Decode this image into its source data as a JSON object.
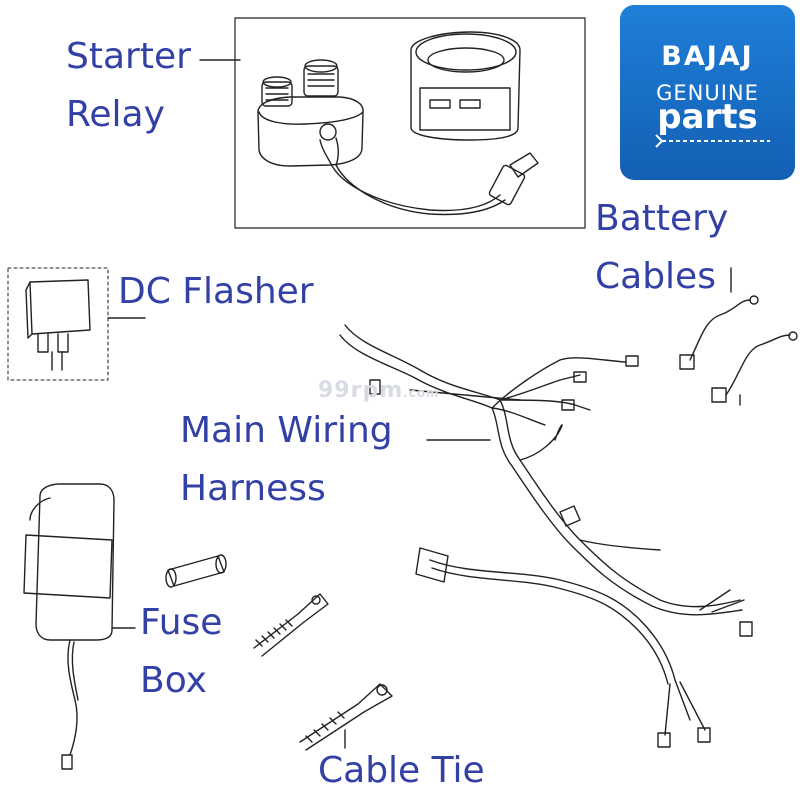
{
  "labels": {
    "starter_relay": [
      "Starter",
      "Relay"
    ],
    "dc_flasher": "DC Flasher",
    "battery_cables": [
      "Battery",
      "Cables"
    ],
    "main_wiring_harness": [
      "Main Wiring",
      "Harness"
    ],
    "fuse_box": [
      "Fuse",
      "Box"
    ],
    "cable_tie": "Cable Tie"
  },
  "logo": {
    "brand": "BAJAJ",
    "genuine": "GENUINE",
    "parts": "parts",
    "color": "#1a6fc9"
  },
  "watermark": {
    "main": "99rpm",
    "suffix": ".com"
  },
  "colors": {
    "label_text": "#3340a6",
    "line_art": "#222222"
  }
}
